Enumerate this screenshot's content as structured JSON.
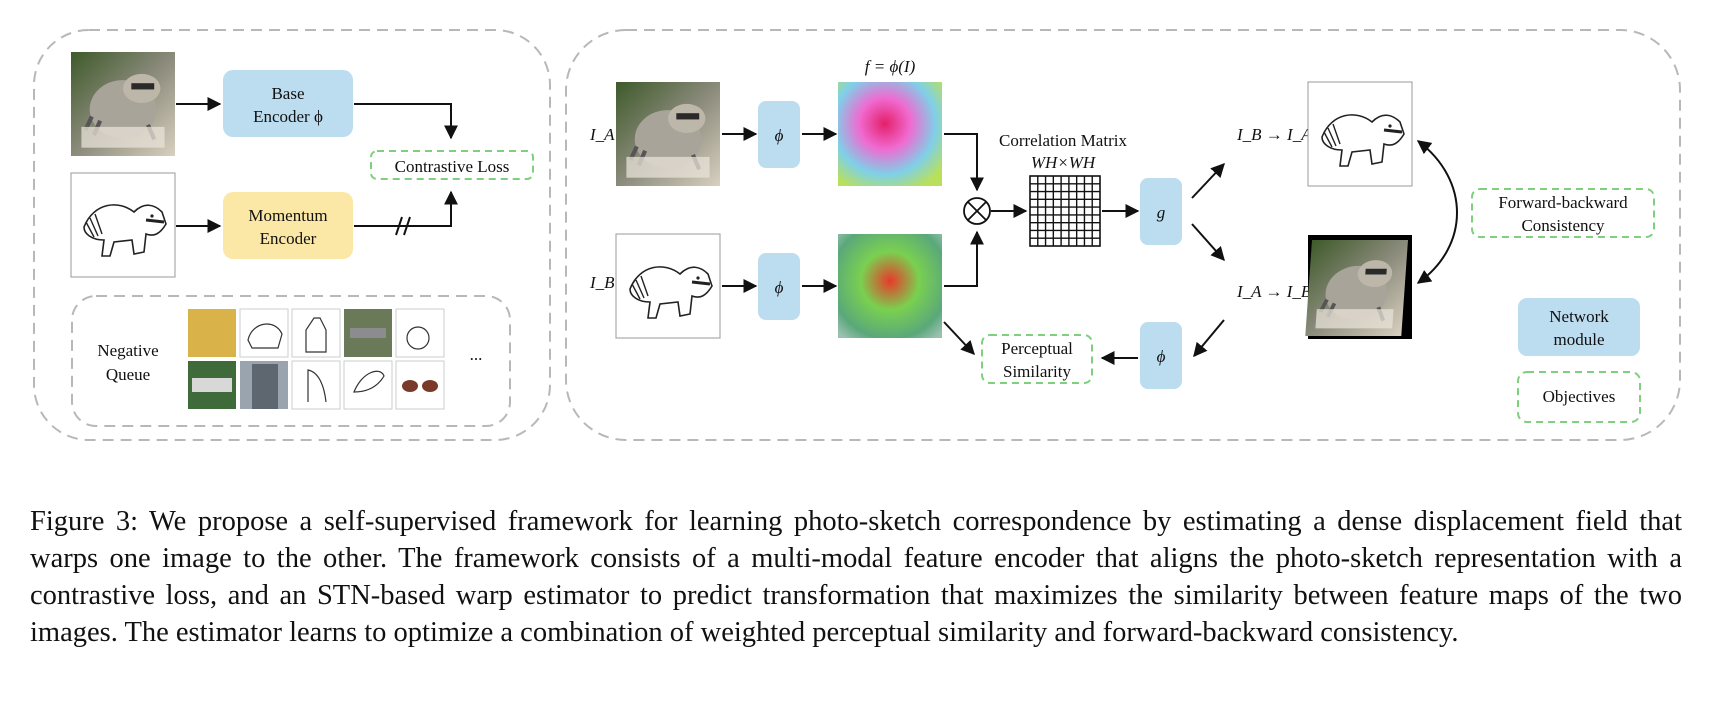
{
  "left_panel": {
    "base_encoder": [
      "Base",
      "Encoder ϕ"
    ],
    "momentum_encoder": [
      "Momentum",
      "Encoder"
    ],
    "contrastive_loss": "Contrastive Loss",
    "negative_queue": [
      "Negative",
      "Queue"
    ],
    "ellipsis": "..."
  },
  "right_panel": {
    "label_IA": "I_A",
    "label_IB": "I_B",
    "phi": "ϕ",
    "g": "g",
    "feature_formula": "f = ϕ(I)",
    "correlation_title": "Correlation Matrix",
    "correlation_dims": "WH×WH",
    "label_B_to_A": "I_B → I_A",
    "label_A_to_B": "I_A → I_B",
    "forward_backward": [
      "Forward-backward",
      "Consistency"
    ],
    "perceptual": [
      "Perceptual",
      "Similarity"
    ],
    "otimes": "⊗"
  },
  "legend": {
    "network_module": [
      "Network",
      "module"
    ],
    "objectives": "Objectives"
  },
  "colors": {
    "module_blue": "#bcdcf0",
    "module_yellow": "#fce8a6",
    "objective_green": "#7fcf7f",
    "panel_gray": "#b8b8b8"
  },
  "caption": "Figure 3: We propose a self-supervised framework for learning photo-sketch correspondence by estimating a dense displacement field that warps one image to the other. The framework consists of a multi-modal feature encoder that aligns the photo-sketch representation with a contrastive loss, and an STN-based warp estimator to predict transformation that maximizes the similarity between feature maps of the two images. The estimator learns to optimize a combination of weighted perceptual similarity and forward-backward consistency."
}
